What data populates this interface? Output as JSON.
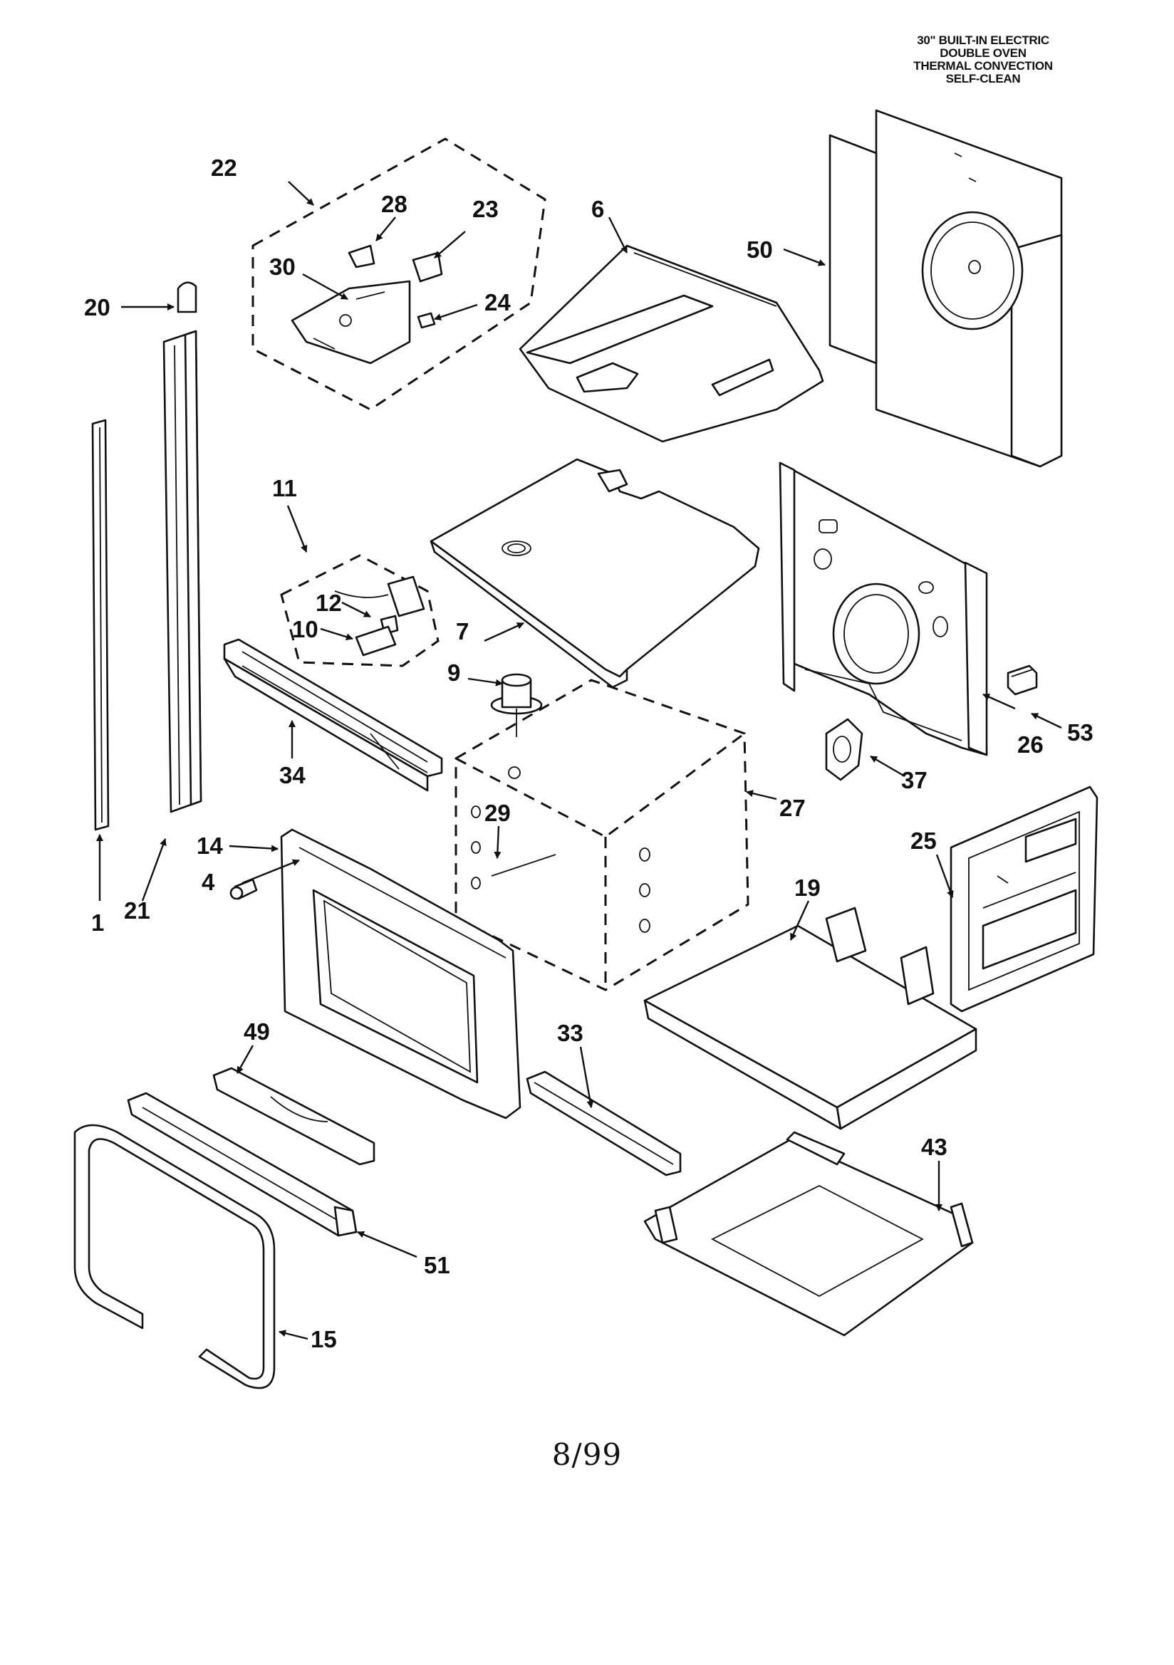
{
  "title_lines": [
    "30\" BUILT-IN ELECTRIC",
    "DOUBLE OVEN",
    "THERMAL CONVECTION",
    "SELF-CLEAN"
  ],
  "callouts": {
    "p1": "1",
    "p4": "4",
    "p6": "6",
    "p7": "7",
    "p9": "9",
    "p10": "10",
    "p11": "11",
    "p12": "12",
    "p14": "14",
    "p15": "15",
    "p19": "19",
    "p20": "20",
    "p21": "21",
    "p22": "22",
    "p23": "23",
    "p24": "24",
    "p25": "25",
    "p26": "26",
    "p27": "27",
    "p28": "28",
    "p29": "29",
    "p30": "30",
    "p33": "33",
    "p34": "34",
    "p37": "37",
    "p43": "43",
    "p49": "49",
    "p50": "50",
    "p51": "51",
    "p53": "53"
  },
  "footer": "8/99"
}
